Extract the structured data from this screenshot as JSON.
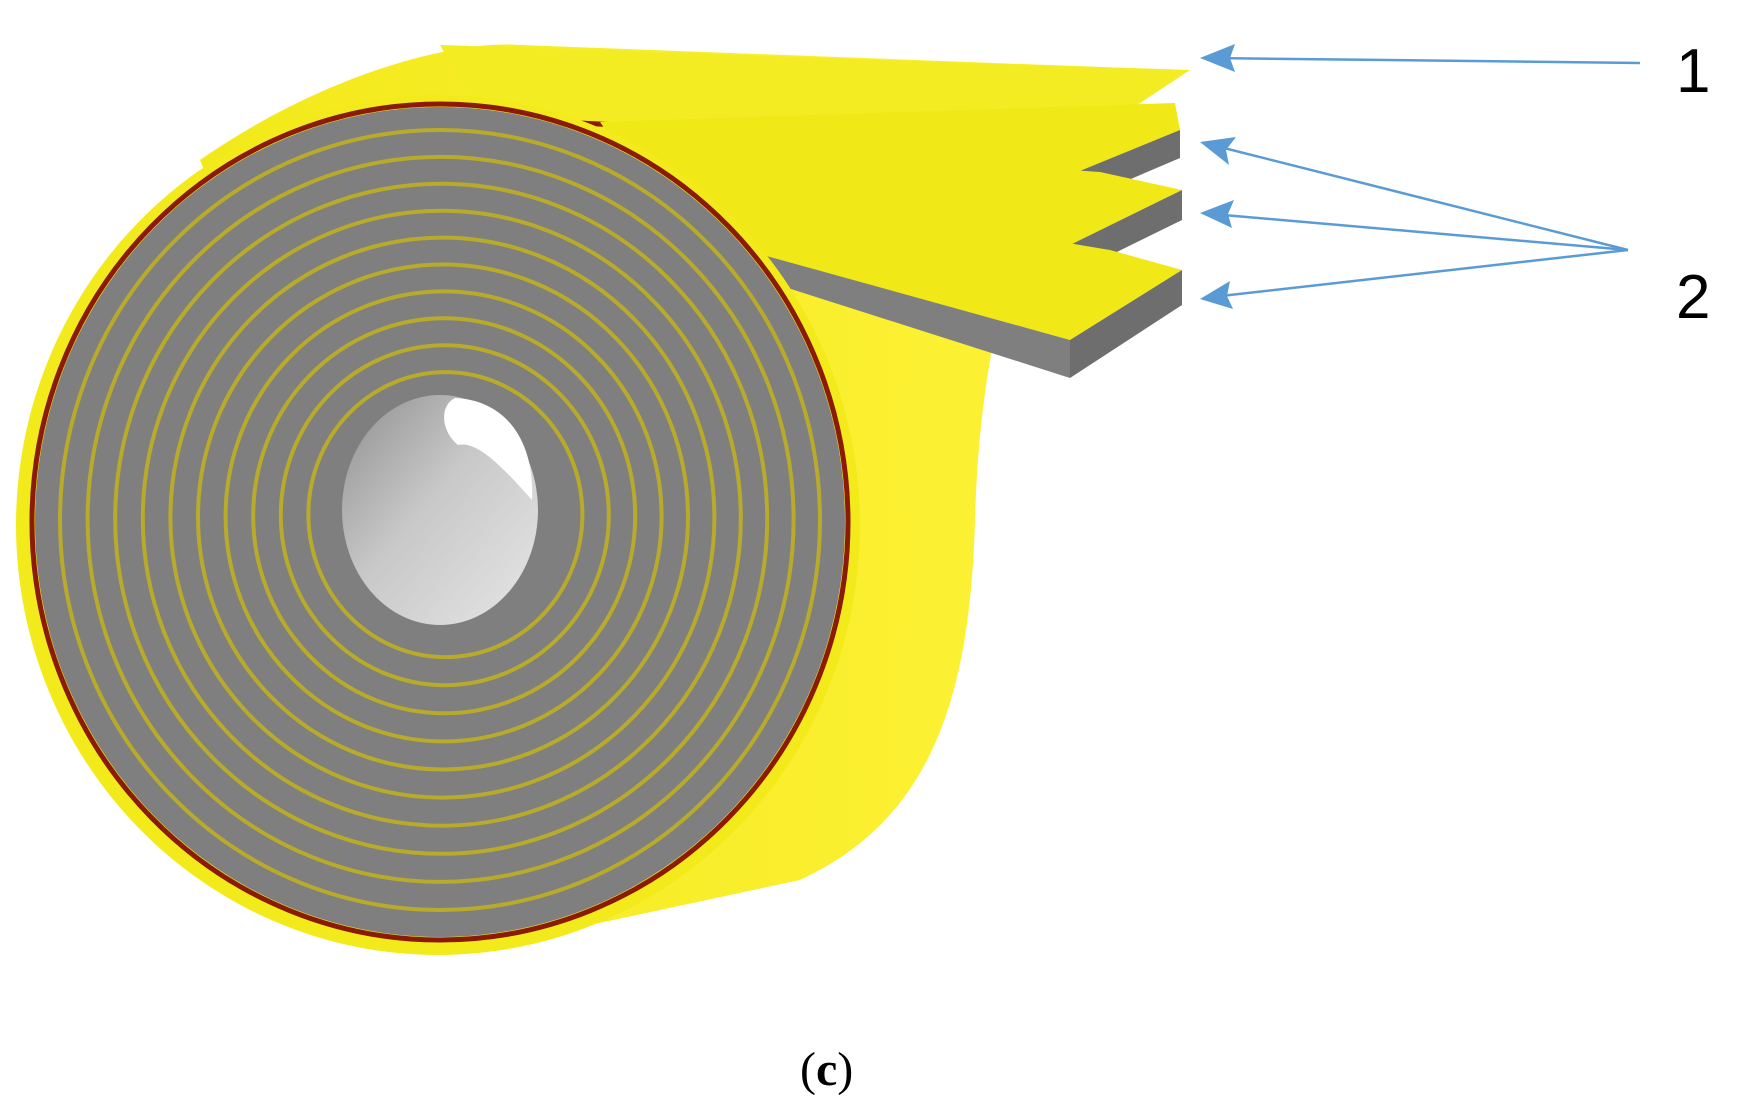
{
  "callouts": [
    {
      "label": "1"
    },
    {
      "label": "2"
    }
  ],
  "caption": {
    "open": "(",
    "letter": "c",
    "close": ")"
  },
  "colors": {
    "tape_yellow": "#f3ea1c",
    "tape_yellow_shade": "#e3da00",
    "substrate_gray": "#7f7f7f",
    "substrate_gray_dark": "#6e6e6e",
    "thin_line_gold": "#b8aa2a",
    "outer_band_brown": "#8b1a06",
    "arrow_blue": "#5b9bd5",
    "bore_gray": "#b5b5b5"
  }
}
